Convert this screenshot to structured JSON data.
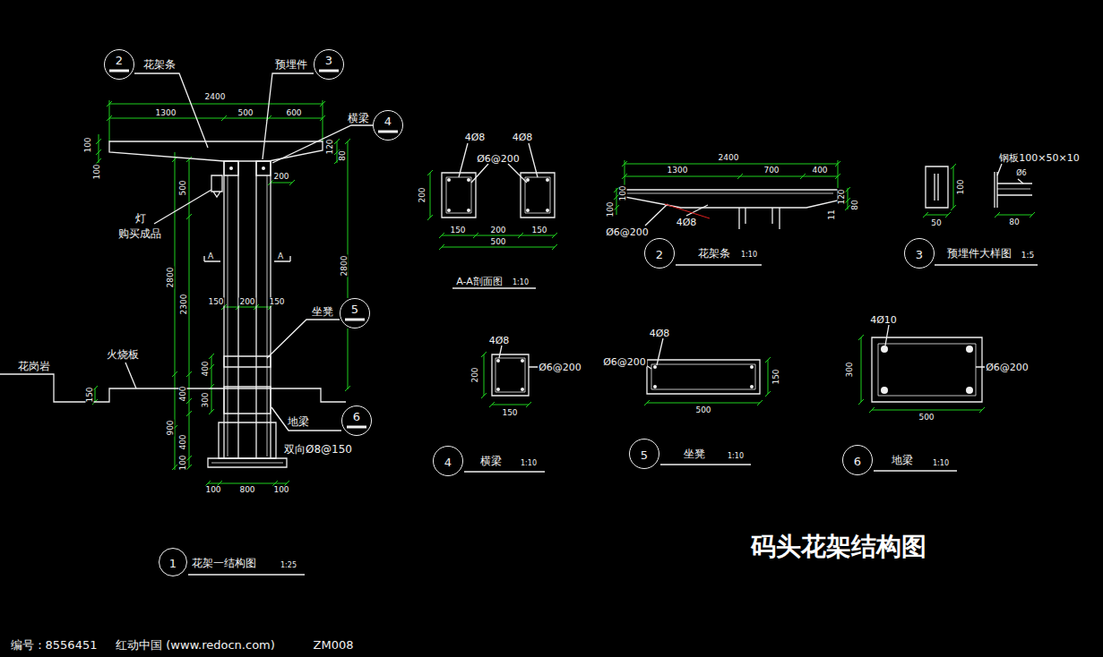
{
  "diagram": {
    "title": "码头花架结构图",
    "nodes": [
      {
        "text": [
          "2"
        ]
      },
      {
        "text": [
          "3"
        ]
      },
      {
        "text": [
          "4"
        ]
      },
      {
        "text": [
          "5"
        ]
      },
      {
        "text": [
          "6"
        ]
      },
      {
        "text": [
          "1"
        ]
      },
      {
        "text": [
          "2"
        ]
      },
      {
        "text": [
          "3"
        ]
      },
      {
        "text": [
          "4"
        ]
      },
      {
        "text": [
          "5"
        ]
      },
      {
        "text": [
          "6"
        ]
      }
    ],
    "labels": [
      "花架条",
      "预埋件",
      "2400",
      "1300",
      "500",
      "600",
      "横梁",
      "100",
      "100",
      "120",
      "80",
      "200",
      "500",
      "灯",
      "购买成品",
      "A",
      "A",
      "2800",
      "2300",
      "2800",
      "150",
      "200",
      "150",
      "坐凳",
      "400",
      "花岗岩",
      "火烧板",
      "150",
      "300",
      "400",
      "900",
      "400",
      "100",
      "地梁",
      "双向Ø8@150",
      "100",
      "800",
      "100",
      "花架一结构图",
      "1:25",
      "4Ø8",
      "4Ø8",
      "Ø6@200",
      "200",
      "150",
      "200",
      "150",
      "500",
      "A-A剖面图",
      "1:10",
      "2400",
      "1300",
      "700",
      "400",
      "100",
      "100",
      "120",
      "80",
      "11",
      "4Ø8",
      "Ø6@200",
      "花架条",
      "1:10",
      "钢板100×50×10",
      "Ø6",
      "100",
      "50",
      "80",
      "预埋件大样图",
      "1:5",
      "4Ø8",
      "Ø6@200",
      "200",
      "150",
      "横梁",
      "1:10",
      "4Ø8",
      "Ø6@200",
      "150",
      "500",
      "坐凳",
      "1:10",
      "4Ø10",
      "300",
      "Ø6@200",
      "500",
      "地梁",
      "1:10",
      "编号：8556451",
      "红动中国 (www.redocn.com)",
      "ZM008"
    ]
  }
}
